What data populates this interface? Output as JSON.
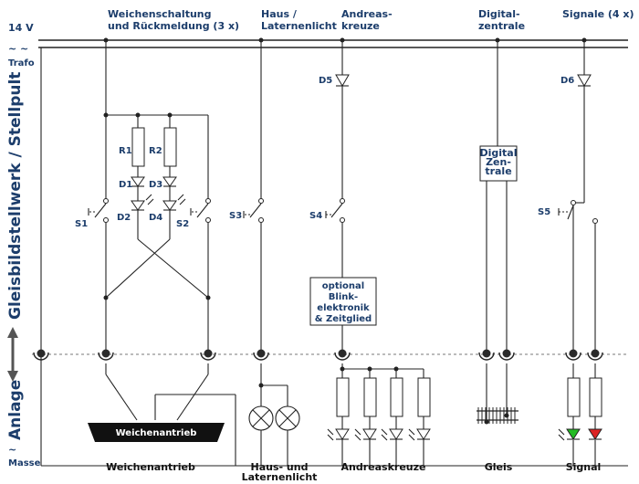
{
  "title": "",
  "supply": {
    "voltage": "14 V",
    "approx": "~ ~",
    "trafo": "Trafo",
    "masse_symbol": "~",
    "masse": "Masse"
  },
  "side_labels": {
    "upper": "Gleisbildstellwerk / Stellpult",
    "lower": "Anlage"
  },
  "top_headers": {
    "weichen_line1": "Weichenschaltung",
    "weichen_line2": "und Rückmeldung (3 x)",
    "haus_line1": "Haus /",
    "haus_line2": "Laternenlicht",
    "andreas_line1": "Andreas-",
    "andreas_line2": "kreuze",
    "digital_line1": "Digital-",
    "digital_line2": "zentrale",
    "signale": "Signale (4 x)"
  },
  "components": {
    "R1": "R1",
    "R2": "R2",
    "D1": "D1",
    "D2": "D2",
    "D3": "D3",
    "D4": "D4",
    "D5": "D5",
    "D6": "D6",
    "S1": "S1",
    "S2": "S2",
    "S3": "S3",
    "S4": "S4",
    "S5": "S5"
  },
  "boxes": {
    "digital_line1": "Digital",
    "digital_line2": "Zen-",
    "digital_line3": "trale",
    "blink_line1": "optional",
    "blink_line2": "Blink-",
    "blink_line3": "elektronik",
    "blink_line4": "& Zeitglied",
    "weichenantrieb": "Weichenantrieb"
  },
  "bottom_labels": {
    "weichenantrieb": "Weichenantrieb",
    "haus_line1": "Haus- und",
    "haus_line2": "Laternenlicht",
    "andreaskreuze": "Andreaskreuze",
    "gleis": "Gleis",
    "signal": "Signal"
  },
  "colors": {
    "label_blue": "#1c3d6b",
    "signal_green": "#22bb22",
    "signal_red": "#dd2222",
    "separator": "#bbbbbb"
  }
}
